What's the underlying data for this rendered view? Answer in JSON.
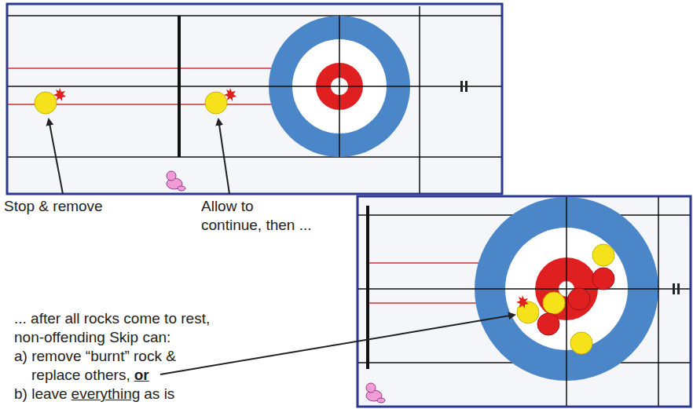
{
  "diagram": {
    "labels": [
      "Stop & remove",
      "Allow to",
      "continue, then ...",
      "... after all rocks come to rest,",
      "non-offending Skip can:",
      "a) remove “burnt” rock &",
      "replace others,",
      "or",
      "b) leave",
      "everything",
      "as is"
    ]
  }
}
